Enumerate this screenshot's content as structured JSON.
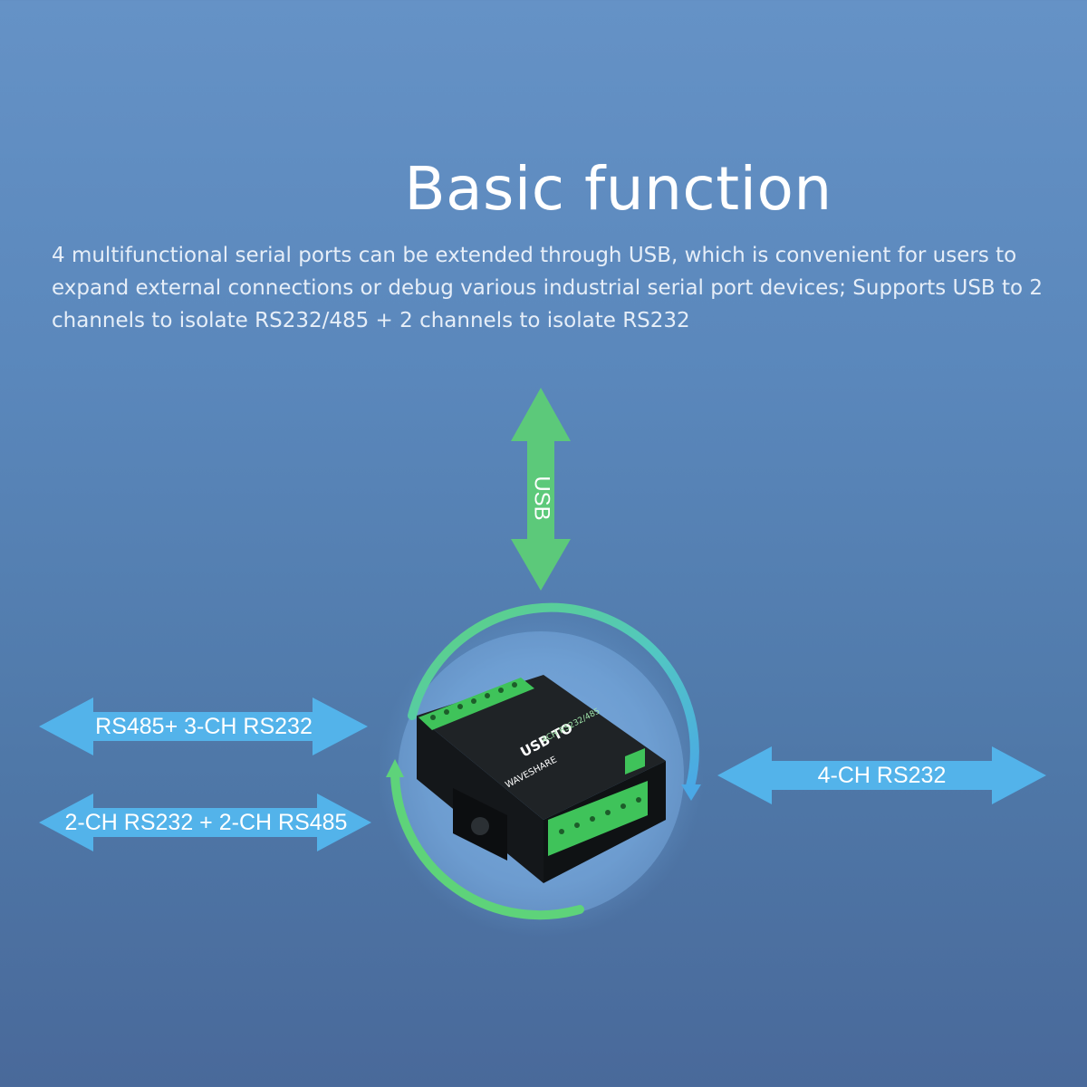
{
  "title": "Basic function",
  "description": "4 multifunctional serial ports can be extended through USB, which is convenient for users to expand external connections or debug various industrial serial port devices; Supports USB to 2 channels to isolate RS232/485 + 2 channels to isolate RS232",
  "arrows": {
    "usb": "USB",
    "left_top": "RS485+ 3-CH RS232",
    "left_bottom": "2-CH RS232 + 2-CH RS485",
    "right": "4-CH RS232"
  },
  "device": {
    "brand": "WAVESHARE",
    "model": "USB TO",
    "subtitle": "4CH RS232/485"
  },
  "colors": {
    "green_arrow": "#5cc97a",
    "blue_arrow": "#53b3ea",
    "terminal_green": "#3fc35a"
  }
}
